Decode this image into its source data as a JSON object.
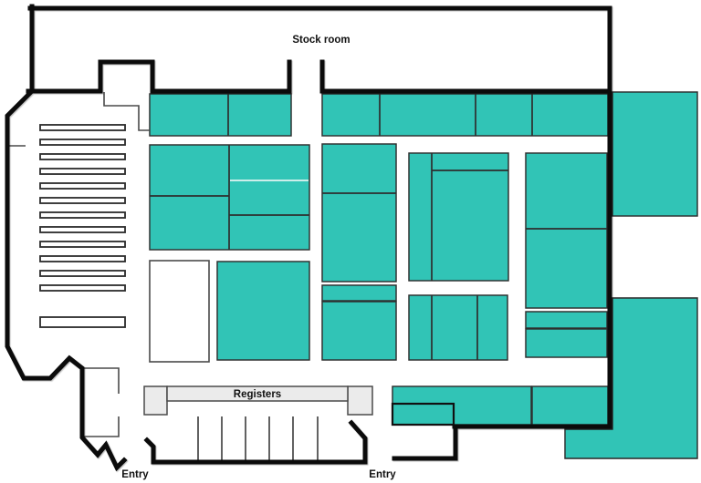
{
  "labels": {
    "stock_room": "Stock room",
    "registers": "Registers",
    "entry_left": "Entry",
    "entry_right": "Entry"
  },
  "colors": {
    "unit_teal": "#31c4b6",
    "wall_black": "#0b0b0b",
    "fixture_gray": "#ebebeb",
    "outline_dark": "#2e2e2e",
    "background": "#ffffff"
  }
}
